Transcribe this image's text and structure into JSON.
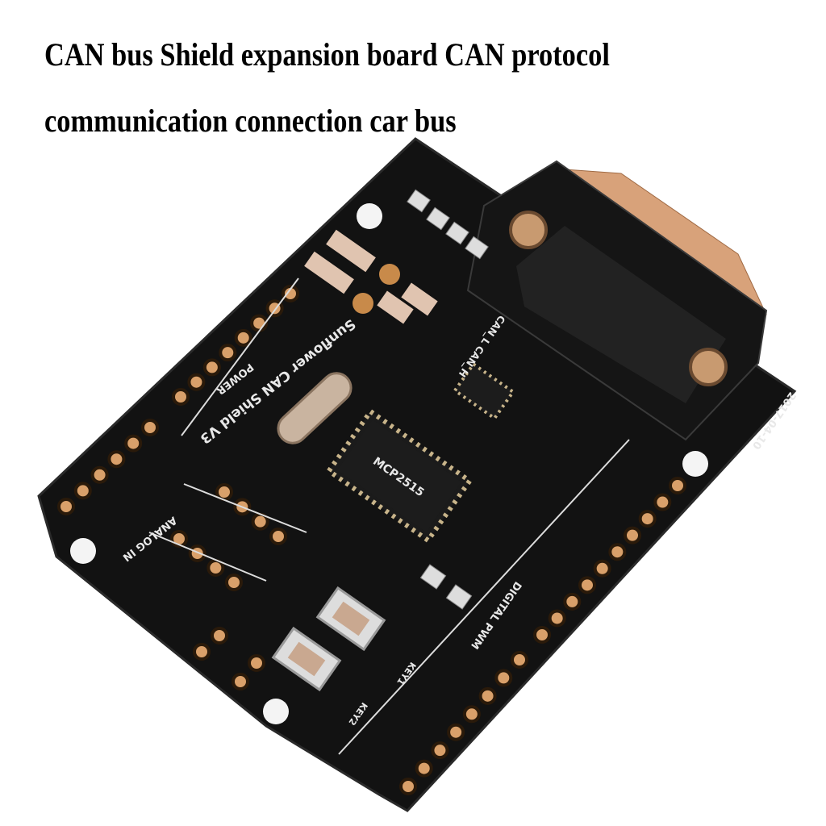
{
  "caption": {
    "line1": "CAN bus Shield expansion board CAN protocol",
    "line2": "communication connection car bus"
  },
  "board": {
    "name_label": "Sunflower CAN Shield V3",
    "date_label": "2017-04-10",
    "chip_label": "MCP2515",
    "power_label": "POWER",
    "analog_label": "ANALOG IN",
    "digital_label": "DIGITAL PWM",
    "key1_label": "KEY1",
    "key2_label": "KEY2",
    "can_label": "CAN_L CAN_H",
    "colors": {
      "pcb": "#111111",
      "gold": "#d9a06a",
      "silk": "#e8e8e8"
    }
  }
}
